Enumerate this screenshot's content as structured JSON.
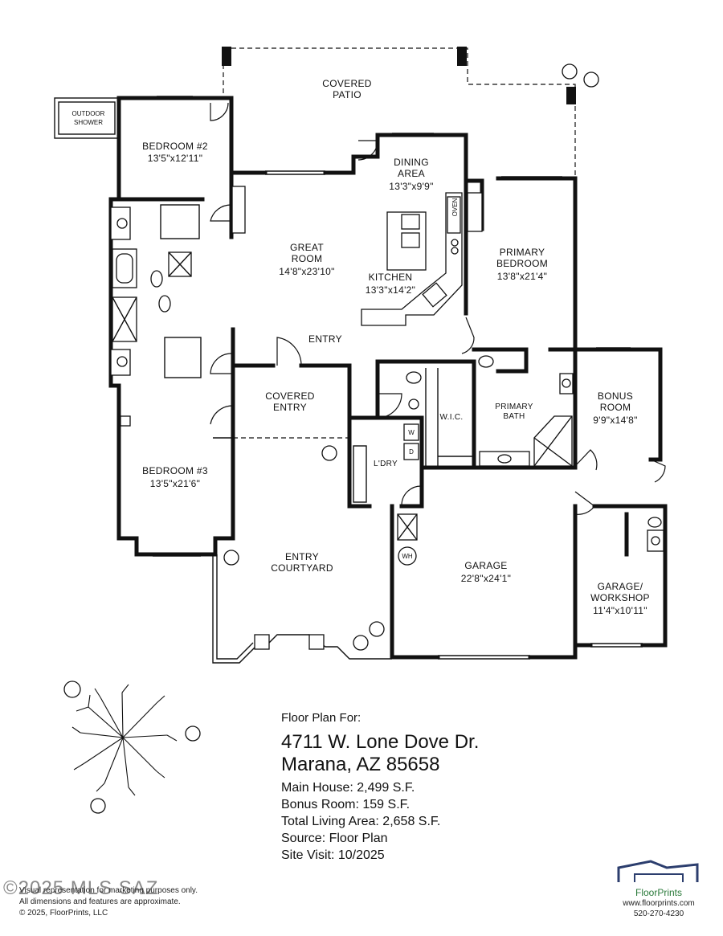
{
  "rooms": {
    "covered_patio": {
      "l1": "COVERED",
      "l2": "PATIO"
    },
    "outdoor_shower": {
      "l1": "OUTDOOR",
      "l2": "SHOWER"
    },
    "bedroom2": {
      "name": "BEDROOM #2",
      "dim": "13'5\"x12'11\""
    },
    "dining": {
      "l1": "DINING",
      "l2": "AREA",
      "dim": "13'3\"x9'9\""
    },
    "great_room": {
      "l1": "GREAT",
      "l2": "ROOM",
      "dim": "14'8\"x23'10\""
    },
    "kitchen": {
      "name": "KITCHEN",
      "dim": "13'3\"x14'2\""
    },
    "primary_bedroom": {
      "l1": "PRIMARY",
      "l2": "BEDROOM",
      "dim": "13'8\"x21'4\""
    },
    "oven": "OVEN",
    "entry": "ENTRY",
    "covered_entry": {
      "l1": "COVERED",
      "l2": "ENTRY"
    },
    "wic": "W.I.C.",
    "primary_bath": {
      "l1": "PRIMARY",
      "l2": "BATH"
    },
    "bonus_room": {
      "l1": "BONUS",
      "l2": "ROOM",
      "dim": "9'9\"x14'8\""
    },
    "bedroom3": {
      "name": "BEDROOM #3",
      "dim": "13'5\"x21'6\""
    },
    "laundry": {
      "name": "L'DRY",
      "w": "W",
      "d": "D"
    },
    "entry_courtyard": {
      "l1": "ENTRY",
      "l2": "COURTYARD"
    },
    "wh": "WH",
    "garage": {
      "name": "GARAGE",
      "dim": "22'8\"x24'1\""
    },
    "workshop": {
      "l1": "GARAGE/",
      "l2": "WORKSHOP",
      "dim": "11'4\"x10'11\""
    }
  },
  "info": {
    "lead": "Floor Plan For:",
    "address1": "4711 W. Lone Dove Dr.",
    "address2": "Marana, AZ  85658",
    "main_house": "Main House:  2,499 S.F.",
    "bonus_room": "Bonus Room:  159 S.F.",
    "total": "Total Living Area:  2,658 S.F.",
    "source": "Source:  Floor Plan",
    "site_visit": "Site Visit:  10/2025"
  },
  "disclaimer": {
    "line1": "Visual representation for marketing purposes only.",
    "line2": "All dimensions and features are approximate.",
    "line3": "© 2025, FloorPrints, LLC"
  },
  "watermark": "©2025 MLS SAZ",
  "brand": {
    "name": "FloorPrints",
    "url": "www.floorprints.com",
    "phone": "520-270-4230"
  }
}
